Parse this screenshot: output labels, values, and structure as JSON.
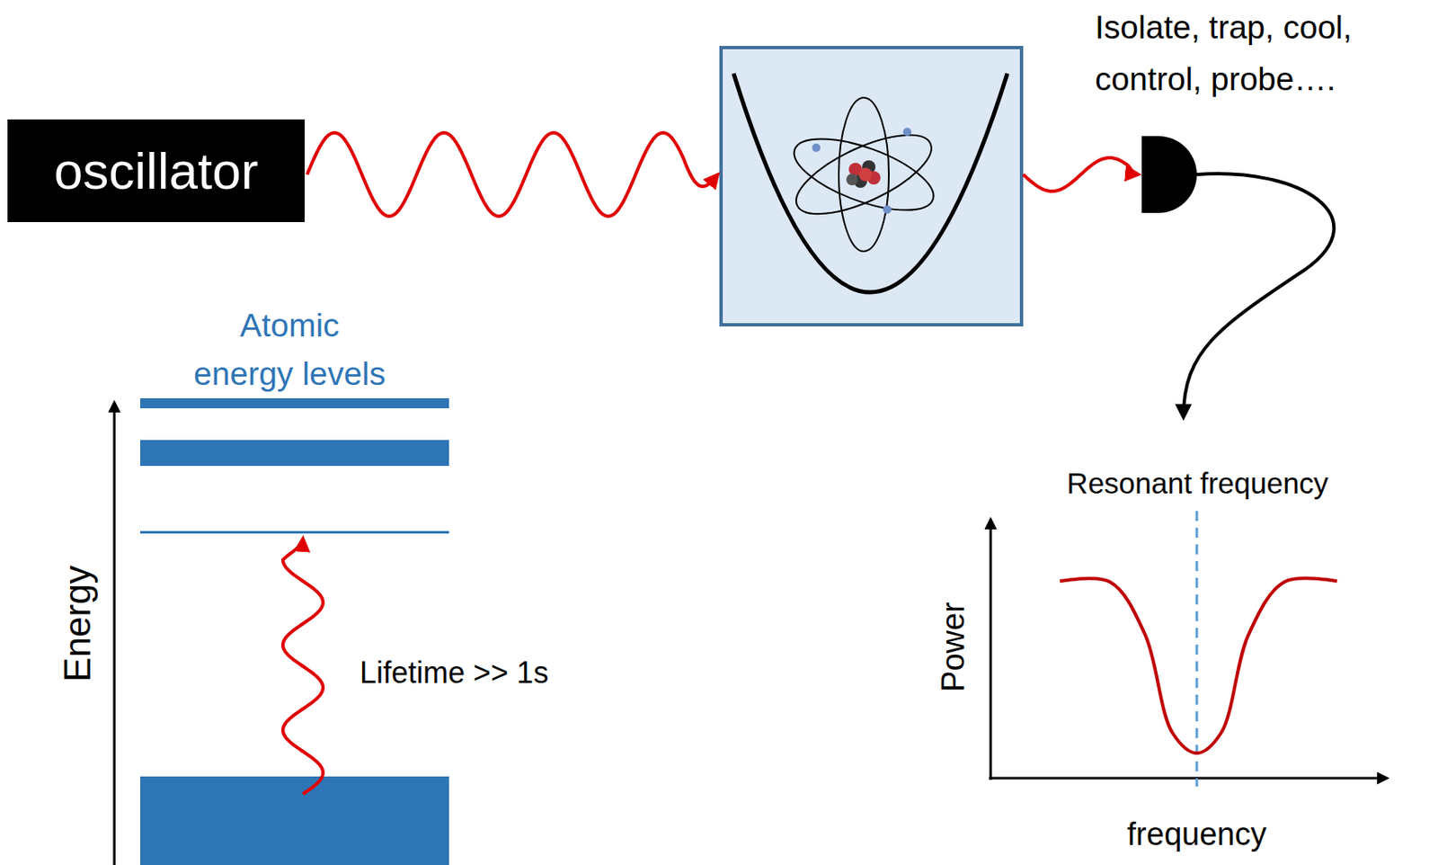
{
  "diagram": {
    "nodes": [
      {
        "text": [
          "oscillator"
        ]
      }
    ],
    "labels": [
      "Isolate, trap, cool, control, probe….",
      "Atomic energy levels",
      "Energy",
      "Lifetime >> 1s",
      "Resonant frequency",
      "Power",
      "frequency"
    ]
  }
}
